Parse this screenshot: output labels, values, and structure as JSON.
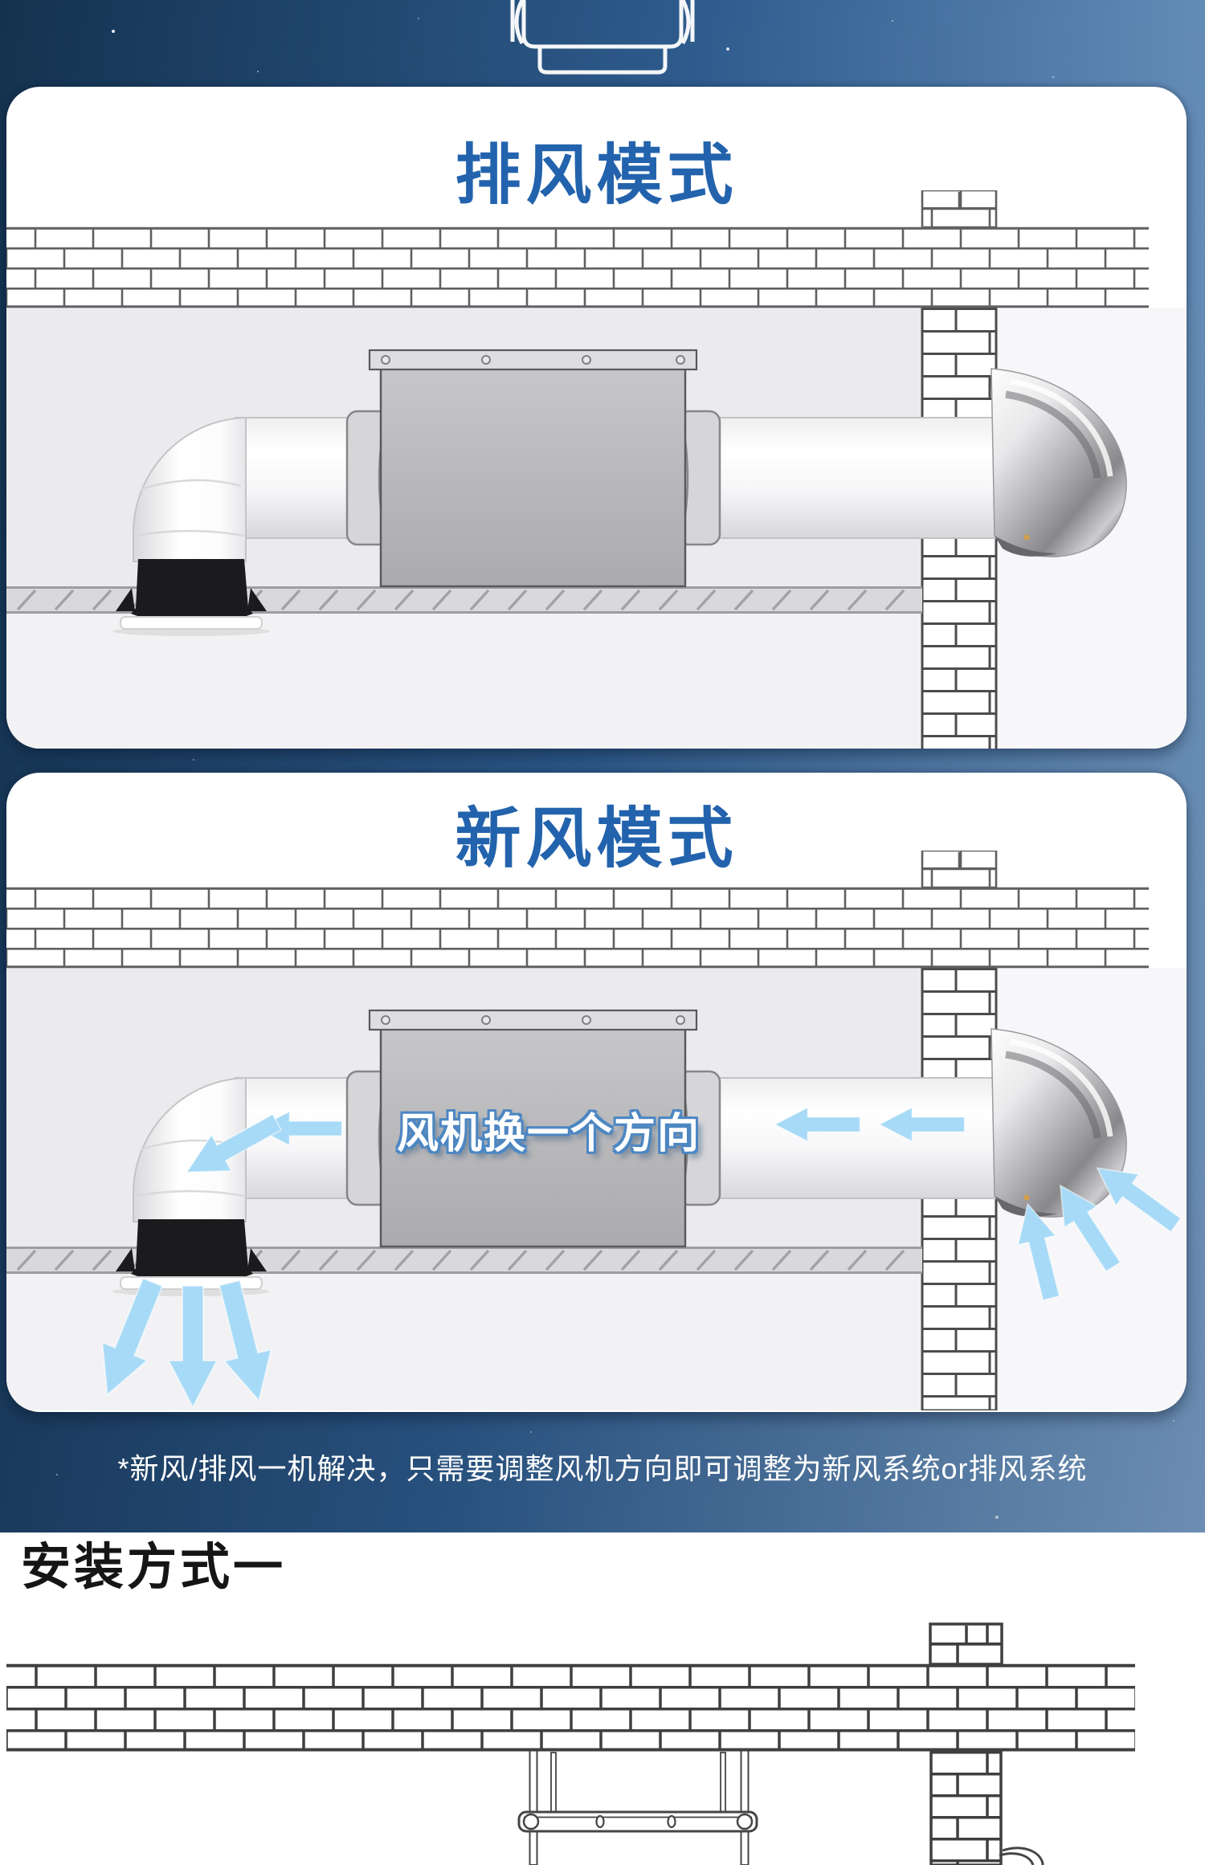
{
  "hero": {
    "modes": [
      {
        "type": "exhaust",
        "title": "排风模式"
      },
      {
        "type": "fresh-air",
        "title": "新风模式",
        "fan_label": "风机换一个方向"
      }
    ],
    "footnote": "*新风/排风一机解决，只需要调整风机方向即可调整为新风系统or排风系统"
  },
  "install": {
    "heading": "安装方式一"
  },
  "icons": [
    "duct-fan-outline-icon",
    "exterior-vent-cap",
    "airflow-arrow"
  ],
  "colors": {
    "title_blue": "#2363ad",
    "label_outline_blue": "#4d87c2",
    "arrow_blue": "#a7daf6",
    "background_navy": "#14324f",
    "background_steel": "#7fa5cc",
    "footnote_white": "#ffffff",
    "heading_black": "#151515",
    "fan_box_gray": "#b9b9bc",
    "interior_gray": "#ebebee"
  }
}
